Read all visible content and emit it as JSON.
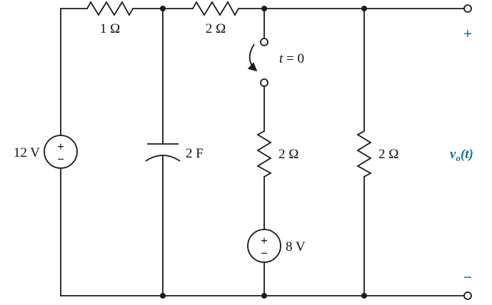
{
  "diagram": {
    "accent_color": "#0f7196",
    "source_12v": {
      "value": "12 V",
      "plus": "+",
      "minus": "−"
    },
    "resistor_top_left": {
      "value": "1 Ω"
    },
    "resistor_top_mid": {
      "value": "2 Ω"
    },
    "capacitor": {
      "value": "2 F"
    },
    "switch": {
      "t_var": "t",
      "t_rest": " = 0"
    },
    "resistor_mid": {
      "value": "2 Ω"
    },
    "source_8v": {
      "value": "8 V",
      "plus": "+",
      "minus": "−"
    },
    "resistor_right": {
      "value": "2 Ω"
    },
    "output": {
      "plus": "+",
      "minus": "−",
      "v": "v",
      "sub": "o",
      "args": "(t)"
    }
  }
}
